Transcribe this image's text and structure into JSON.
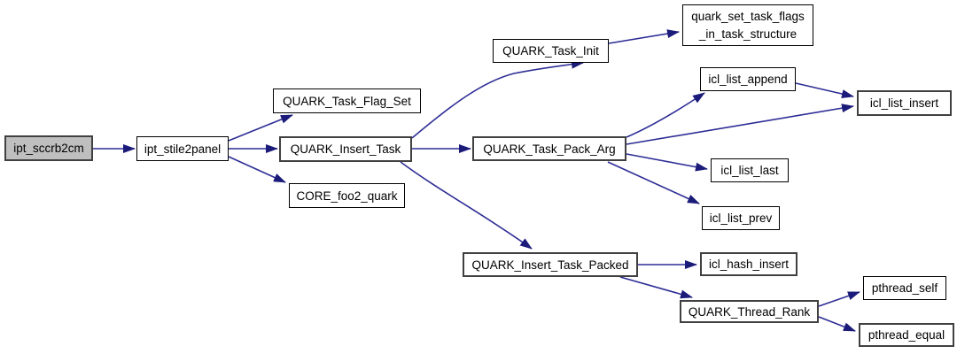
{
  "diagram": {
    "kind": "function call graph",
    "colors": {
      "edge": "#2d2d96",
      "arrowhead": "#1b1b7a",
      "node_fill": "#ffffff",
      "current_node_fill": "#bfbfbf",
      "node_border": "#000000",
      "node_border_emphasis": "#404040"
    }
  },
  "nodes": {
    "ipt_sccrb2cm": {
      "label": "ipt_sccrb2cm"
    },
    "ipt_stile2panel": {
      "label": "ipt_stile2panel"
    },
    "QUARK_Task_Flag_Set": {
      "label": "QUARK_Task_Flag_Set"
    },
    "QUARK_Insert_Task": {
      "label": "QUARK_Insert_Task"
    },
    "CORE_foo2_quark": {
      "label": "CORE_foo2_quark"
    },
    "QUARK_Task_Init": {
      "label": "QUARK_Task_Init"
    },
    "quark_set_task_flags_in_task_structure": {
      "label": "quark_set_task_flags\n_in_task_structure"
    },
    "QUARK_Task_Pack_Arg": {
      "label": "QUARK_Task_Pack_Arg"
    },
    "icl_list_append": {
      "label": "icl_list_append"
    },
    "icl_list_insert": {
      "label": "icl_list_insert"
    },
    "icl_list_last": {
      "label": "icl_list_last"
    },
    "icl_list_prev": {
      "label": "icl_list_prev"
    },
    "QUARK_Insert_Task_Packed": {
      "label": "QUARK_Insert_Task_Packed"
    },
    "icl_hash_insert": {
      "label": "icl_hash_insert"
    },
    "QUARK_Thread_Rank": {
      "label": "QUARK_Thread_Rank"
    },
    "pthread_self": {
      "label": "pthread_self"
    },
    "pthread_equal": {
      "label": "pthread_equal"
    }
  },
  "edges": [
    {
      "from": "ipt_sccrb2cm",
      "to": "ipt_stile2panel"
    },
    {
      "from": "ipt_stile2panel",
      "to": "QUARK_Task_Flag_Set"
    },
    {
      "from": "ipt_stile2panel",
      "to": "QUARK_Insert_Task"
    },
    {
      "from": "ipt_stile2panel",
      "to": "CORE_foo2_quark"
    },
    {
      "from": "QUARK_Insert_Task",
      "to": "QUARK_Task_Init"
    },
    {
      "from": "QUARK_Insert_Task",
      "to": "QUARK_Task_Pack_Arg"
    },
    {
      "from": "QUARK_Insert_Task",
      "to": "QUARK_Insert_Task_Packed"
    },
    {
      "from": "QUARK_Task_Init",
      "to": "quark_set_task_flags_in_task_structure"
    },
    {
      "from": "QUARK_Task_Pack_Arg",
      "to": "icl_list_append"
    },
    {
      "from": "icl_list_append",
      "to": "icl_list_insert"
    },
    {
      "from": "QUARK_Task_Pack_Arg",
      "to": "icl_list_insert"
    },
    {
      "from": "QUARK_Task_Pack_Arg",
      "to": "icl_list_last"
    },
    {
      "from": "QUARK_Task_Pack_Arg",
      "to": "icl_list_prev"
    },
    {
      "from": "QUARK_Insert_Task_Packed",
      "to": "icl_hash_insert"
    },
    {
      "from": "QUARK_Insert_Task_Packed",
      "to": "QUARK_Thread_Rank"
    },
    {
      "from": "QUARK_Thread_Rank",
      "to": "pthread_self"
    },
    {
      "from": "QUARK_Thread_Rank",
      "to": "pthread_equal"
    }
  ]
}
